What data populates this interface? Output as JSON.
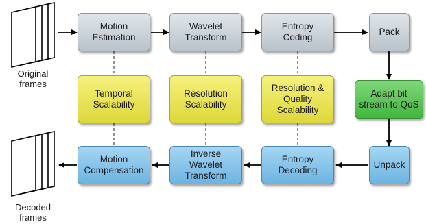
{
  "top_row": {
    "motion_estimation": "Motion\nEstimation",
    "wavelet_transform": "Wavelet\nTransform",
    "entropy_coding": "Entropy\nCoding",
    "pack": "Pack"
  },
  "middle_row": {
    "temporal_scalability": "Temporal\nScalability",
    "resolution_scalability": "Resolution\nScalability",
    "resolution_quality_scalability": "Resolution &\nQuality\nScalability",
    "adapt_bit_stream": "Adapt bit\nstream to QoS"
  },
  "bottom_row": {
    "motion_compensation": "Motion\nCompensation",
    "inverse_wavelet_transform": "Inverse\nWavelet\nTransform",
    "entropy_decoding": "Entropy\nDecoding",
    "unpack": "Unpack"
  },
  "captions": {
    "original_frames": "Original\nframes",
    "decoded_frames": "Decoded\nframes"
  },
  "colors": {
    "stage": "#c9d1d8",
    "scalability": "#ebe65a",
    "adapt": "#5cc657",
    "decoder": "#8cc6ec"
  }
}
